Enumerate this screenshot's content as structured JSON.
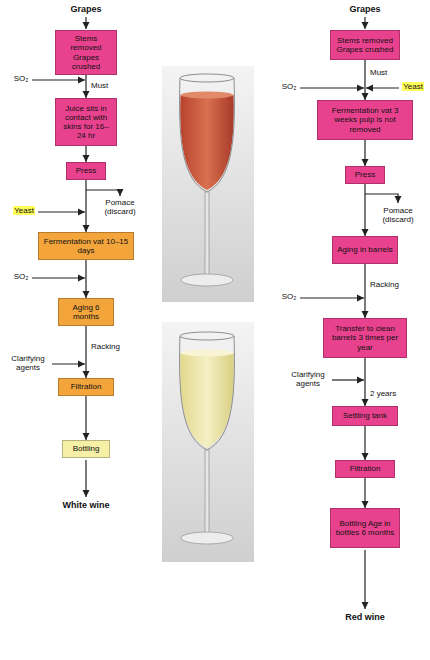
{
  "diagram": {
    "nodes": [
      {
        "text": [
          "Stems removed Grapes crushed"
        ]
      },
      {
        "text": [
          "Juice sits in contact with skins for 16–24 hr"
        ]
      },
      {
        "text": [
          "Press"
        ]
      },
      {
        "text": [
          "Fermentation vat 10–15 days"
        ]
      },
      {
        "text": [
          "Aging 6 months"
        ]
      },
      {
        "text": [
          "Filtration"
        ]
      },
      {
        "text": [
          "Bottling"
        ]
      },
      {
        "text": [
          "Stems removed Grapes crushed"
        ]
      },
      {
        "text": [
          "Fermentation vat 3 weeks pulp is not removed"
        ]
      },
      {
        "text": [
          "Press"
        ]
      },
      {
        "text": [
          "Aging in barrels"
        ]
      },
      {
        "text": [
          "Transfer to clean barrels 3 times per year"
        ]
      },
      {
        "text": [
          "Settling tank"
        ]
      },
      {
        "text": [
          "Filtration"
        ]
      },
      {
        "text": [
          "Bottling Age in bottles 6 months"
        ]
      }
    ],
    "edges": [
      {
        "from": 0,
        "to": 1,
        "arrow": "to",
        "label": "Must"
      },
      {
        "from": 1,
        "to": 2,
        "arrow": "to"
      },
      {
        "from": 2,
        "to": 3,
        "arrow": "to"
      },
      {
        "from": 3,
        "to": 4,
        "arrow": "to"
      },
      {
        "from": 4,
        "to": 5,
        "arrow": "to",
        "label": "Racking"
      },
      {
        "from": 5,
        "to": 6,
        "arrow": "to"
      },
      {
        "from": 7,
        "to": 8,
        "arrow": "to",
        "label": "Must"
      },
      {
        "from": 8,
        "to": 9,
        "arrow": "to"
      },
      {
        "from": 9,
        "to": 10,
        "arrow": "to"
      },
      {
        "from": 10,
        "to": 11,
        "arrow": "to",
        "label": "Racking"
      },
      {
        "from": 11,
        "to": 12,
        "arrow": "to",
        "label": "2 years"
      },
      {
        "from": 12,
        "to": 13,
        "arrow": "to"
      },
      {
        "from": 13,
        "to": 14,
        "arrow": "to"
      }
    ],
    "labels": [
      "Grapes",
      "SO₂",
      "Pomace (discard)",
      "Yeast",
      "SO₂",
      "Clarifying agents",
      "White wine",
      "Grapes",
      "SO₂",
      "Yeast",
      "Pomace (discard)",
      "SO₂",
      "Clarifying agents",
      "Red wine"
    ]
  }
}
